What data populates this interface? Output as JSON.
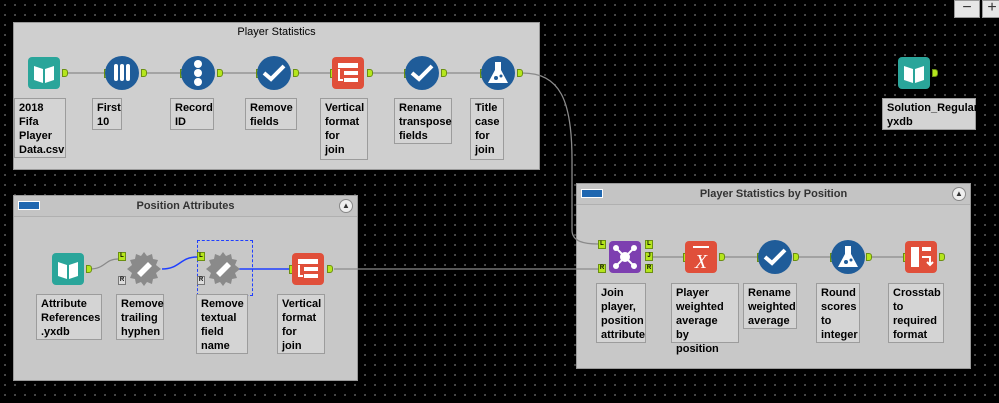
{
  "zoom": {
    "out_label": "−",
    "in_label": "+"
  },
  "containers": {
    "player_stats": {
      "title": "Player Statistics"
    },
    "position_attrs": {
      "title": "Position Attributes",
      "collapse": "▲"
    },
    "by_position": {
      "title": "Player Statistics by Position",
      "collapse": "▲"
    }
  },
  "tools": {
    "fifa_input": "2018\nFifa\nPlayer\nData.csv",
    "first10": "First\n10",
    "record_id": "Record\nID",
    "remove_fields": "Remove\nfields",
    "vertical_join": "Vertical\nformat\nfor\njoin",
    "rename_transpose": "Rename\ntranspose\nfields",
    "title_case": "Title\ncase\nfor\njoin",
    "solution_output": "Solution_Regular.\nyxdb",
    "attr_input": "Attribute\nReferences\n.yxdb",
    "remove_hyphen": "Remove\ntrailing\nhyphen",
    "remove_textual": "Remove\ntextual\nfield\nname",
    "vertical_join2": "Vertical\nformat\nfor\njoin",
    "join_player": "Join\nplayer,\nposition\nattribute",
    "weighted_avg": "Player\nweighted\naverage\nby position",
    "rename_weighted": "Rename\nweighted\naverage",
    "round_scores": "Round\nscores\nto\ninteger",
    "crosstab": "Crosstab\nto\nrequired\nformat"
  },
  "anchors": {
    "left": "L",
    "right": "R",
    "join": "J"
  },
  "colors": {
    "canvas": "#000000",
    "container": "#c8c8c8",
    "wire": "#8a8a8a",
    "wire_selected": "#1f3fff",
    "anchor": "#b5e61d",
    "tool_blue": "#1f5c99",
    "tool_teal": "#2aa59a",
    "tool_red": "#e04f3a"
  }
}
